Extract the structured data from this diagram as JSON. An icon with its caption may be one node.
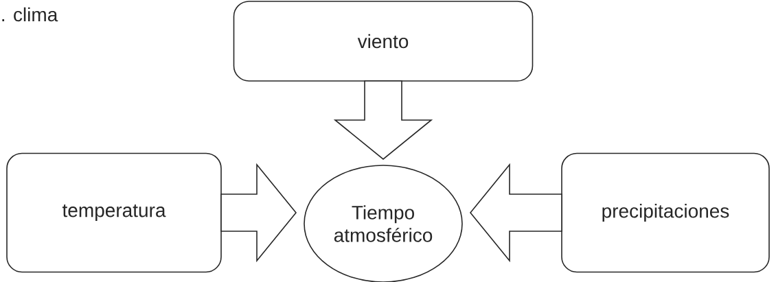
{
  "diagram": {
    "nodes": [
      {
        "text": [
          "viento"
        ]
      },
      {
        "text": [
          "temperatura"
        ]
      },
      {
        "text": [
          "Tiempo atmosférico"
        ]
      },
      {
        "text": [
          "precipitaciones"
        ]
      }
    ],
    "edges": [
      {
        "from": 0,
        "to": 2,
        "arrow": "to"
      },
      {
        "from": 1,
        "to": 2,
        "arrow": "to"
      },
      {
        "from": 3,
        "to": 2,
        "arrow": "to"
      }
    ],
    "labels": [
      ". clima"
    ]
  }
}
